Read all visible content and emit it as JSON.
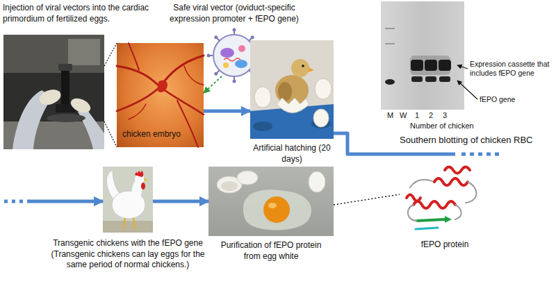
{
  "diagram": {
    "nodes": [
      {
        "text": [
          "Injection of viral vectors into the cardiac primordium of fertilized eggs."
        ]
      },
      {
        "text": [
          "chicken embryo"
        ]
      },
      {
        "text": [
          "Safe viral vector (oviduct-specific expression promoter + fEPO gene)"
        ]
      },
      {
        "text": [
          "Artificial hatching (20 days)"
        ]
      },
      {
        "text": [
          "Southern blotting of chicken RBC"
        ]
      },
      {
        "text": [
          "Transgenic chickens with the fEPO gene",
          "(Transgenic chickens can lay eggs for the same period of normal chickens.)"
        ]
      },
      {
        "text": [
          "Purification of fEPO protein from egg white"
        ]
      },
      {
        "text": [
          "fEPO protein"
        ]
      }
    ],
    "edges": [
      {
        "from": 0,
        "to": 1,
        "arrow": "none"
      },
      {
        "from": 2,
        "to": 1,
        "arrow": "to"
      },
      {
        "from": 1,
        "to": 3,
        "arrow": "to"
      },
      {
        "from": 3,
        "to": 5,
        "arrow": "to"
      },
      {
        "from": 5,
        "to": 6,
        "arrow": "to"
      },
      {
        "from": 6,
        "to": 7,
        "arrow": "none"
      }
    ],
    "labels": [
      "M",
      "W",
      "1",
      "2",
      "3",
      "Number of chicken",
      "Expression cassette that includes fEPO gene",
      "fEPO gene"
    ]
  }
}
